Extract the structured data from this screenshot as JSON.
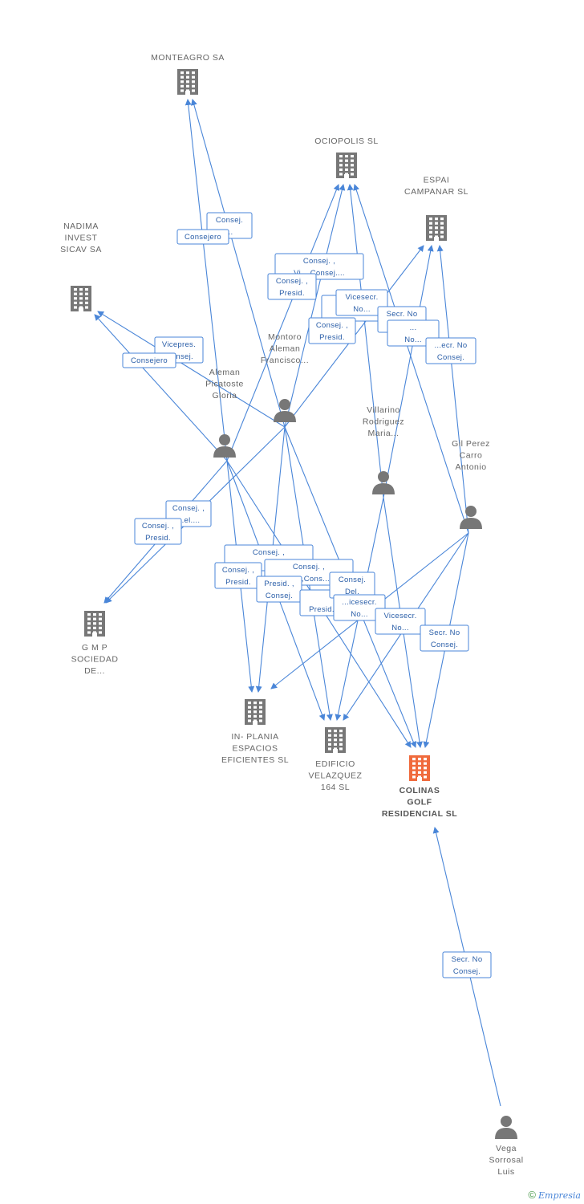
{
  "colors": {
    "edge": "#4a86d8",
    "company": "#777777",
    "focus_company": "#f06a3c",
    "person": "#777777"
  },
  "nodes": [
    {
      "id": "monteagro",
      "type": "company",
      "label": [
        "MONTEAGRO SA"
      ]
    },
    {
      "id": "ociopolis",
      "type": "company",
      "label": [
        "OCIOPOLIS SL"
      ]
    },
    {
      "id": "espai",
      "type": "company",
      "label": [
        "ESPAI",
        "CAMPANAR SL"
      ]
    },
    {
      "id": "nadima",
      "type": "company",
      "label": [
        "NADIMA",
        "INVEST",
        "SICAV SA"
      ]
    },
    {
      "id": "montoro",
      "type": "person",
      "label": [
        "Montoro",
        "Aleman",
        "Francisco..."
      ]
    },
    {
      "id": "aleman",
      "type": "person",
      "label": [
        "Aleman",
        "Picatoste",
        "Gloria"
      ]
    },
    {
      "id": "villarino",
      "type": "person",
      "label": [
        "Villarino",
        "Rodriguez",
        "Maria..."
      ]
    },
    {
      "id": "gilperez",
      "type": "person",
      "label": [
        "Gil Perez",
        "Carro",
        "Antonio"
      ]
    },
    {
      "id": "gmp",
      "type": "company",
      "label": [
        "G M P",
        "SOCIEDAD",
        "DE..."
      ]
    },
    {
      "id": "inplania",
      "type": "company",
      "label": [
        "IN- PLANIA",
        "ESPACIOS",
        "EFICIENTES  SL"
      ]
    },
    {
      "id": "edificio",
      "type": "company",
      "label": [
        "EDIFICIO",
        "VELAZQUEZ",
        "164 SL"
      ]
    },
    {
      "id": "colinas",
      "type": "focus",
      "label": [
        "COLINAS",
        "GOLF",
        "RESIDENCIAL SL"
      ]
    },
    {
      "id": "vega",
      "type": "person",
      "label": [
        "Vega",
        "Sorrosal",
        "Luis"
      ]
    }
  ],
  "edges": [
    {
      "from": "aleman",
      "to": "monteagro"
    },
    {
      "from": "montoro",
      "to": "monteagro"
    },
    {
      "from": "aleman",
      "to": "ociopolis"
    },
    {
      "from": "montoro",
      "to": "ociopolis"
    },
    {
      "from": "villarino",
      "to": "ociopolis"
    },
    {
      "from": "gilperez",
      "to": "ociopolis"
    },
    {
      "from": "montoro",
      "to": "espai"
    },
    {
      "from": "villarino",
      "to": "espai"
    },
    {
      "from": "gilperez",
      "to": "espai"
    },
    {
      "from": "aleman",
      "to": "nadima"
    },
    {
      "from": "montoro",
      "to": "nadima"
    },
    {
      "from": "aleman",
      "to": "gmp"
    },
    {
      "from": "montoro",
      "to": "gmp"
    },
    {
      "from": "aleman",
      "to": "inplania"
    },
    {
      "from": "montoro",
      "to": "inplania"
    },
    {
      "from": "gilperez",
      "to": "inplania"
    },
    {
      "from": "aleman",
      "to": "edificio"
    },
    {
      "from": "montoro",
      "to": "edificio"
    },
    {
      "from": "villarino",
      "to": "edificio"
    },
    {
      "from": "gilperez",
      "to": "edificio"
    },
    {
      "from": "aleman",
      "to": "colinas"
    },
    {
      "from": "montoro",
      "to": "colinas"
    },
    {
      "from": "villarino",
      "to": "colinas"
    },
    {
      "from": "gilperez",
      "to": "colinas"
    },
    {
      "from": "vega",
      "to": "colinas"
    }
  ],
  "edge_labels": [
    {
      "lines": [
        "Consej.",
        "..."
      ]
    },
    {
      "lines": [
        "Consejero"
      ]
    },
    {
      "lines": [
        "Consej. ,",
        "Vi...,Consej...."
      ]
    },
    {
      "lines": [
        "Consej. ,",
        "Presid."
      ]
    },
    {
      "lines": [
        "Vi...",
        ""
      ]
    },
    {
      "lines": [
        "Vicesecr.",
        "No..."
      ]
    },
    {
      "lines": [
        "Secr. No",
        "Consej."
      ]
    },
    {
      "lines": [
        "...",
        "No..."
      ]
    },
    {
      "lines": [
        "Consej. ,",
        "Presid."
      ]
    },
    {
      "lines": [
        "...ecr.  No",
        "Consej."
      ]
    },
    {
      "lines": [
        "Vicepres.",
        "...onsej."
      ]
    },
    {
      "lines": [
        "Consejero"
      ]
    },
    {
      "lines": [
        "Consej. ,",
        "...el...."
      ]
    },
    {
      "lines": [
        "Consej. ,",
        "Presid."
      ]
    },
    {
      "lines": [
        "Consej. ,",
        ""
      ]
    },
    {
      "lines": [
        "Consej. ,",
        "...s.,Cons..."
      ]
    },
    {
      "lines": [
        "Consej. ,",
        "Presid."
      ]
    },
    {
      "lines": [
        "Presid. ,",
        "Consej."
      ]
    },
    {
      "lines": [
        "",
        "Presid."
      ]
    },
    {
      "lines": [
        "Consej.",
        "Del."
      ]
    },
    {
      "lines": [
        "...icesecr.",
        "No..."
      ]
    },
    {
      "lines": [
        "Vicesecr.",
        "No..."
      ]
    },
    {
      "lines": [
        "Secr.  No",
        "Consej."
      ]
    },
    {
      "lines": [
        "Secr.  No",
        "Consej."
      ]
    }
  ],
  "footer": {
    "copyright": "©",
    "brand": "Empresia"
  }
}
